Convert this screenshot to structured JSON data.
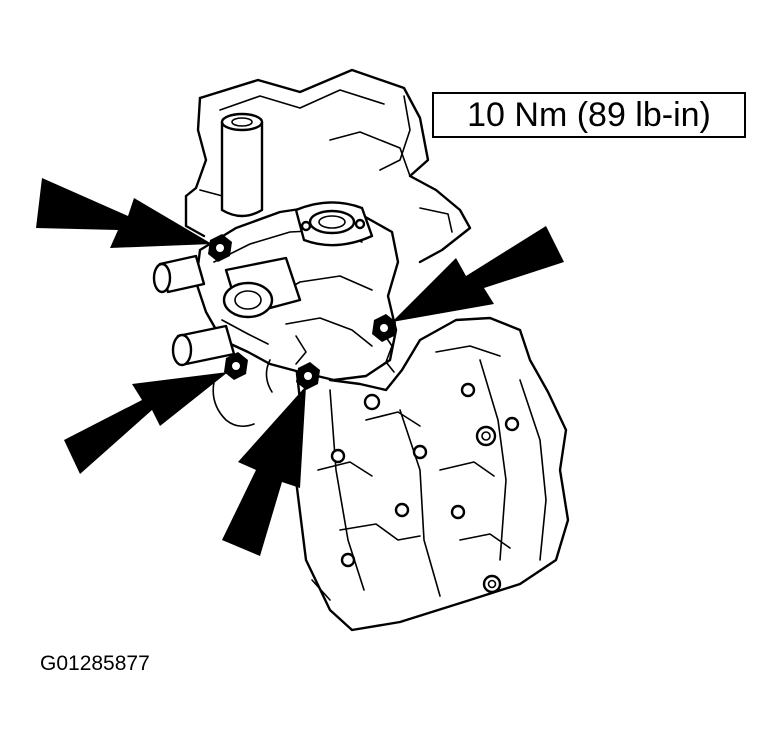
{
  "torque_spec": "10 Nm (89 lb-in)",
  "figure_code": "G01285877",
  "colors": {
    "ink": "#000000",
    "paper": "#ffffff"
  },
  "callouts": [
    {
      "name": "arrow-upper-left",
      "points_to": "upper-left-bolt"
    },
    {
      "name": "arrow-right",
      "points_to": "right-bolt"
    },
    {
      "name": "arrow-lower-left",
      "points_to": "lower-left-bolt"
    },
    {
      "name": "arrow-bottom",
      "points_to": "bottom-bolt"
    }
  ]
}
